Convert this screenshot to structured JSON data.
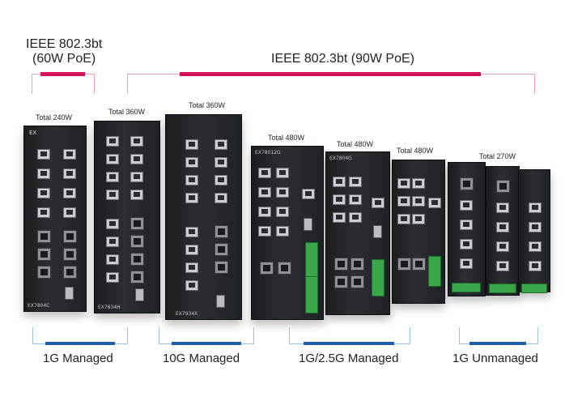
{
  "headings": {
    "poe60_line1": "IEEE 802.3bt",
    "poe60_line2": "(60W PoE)",
    "poe90": "IEEE 802.3bt (90W PoE)"
  },
  "totals": [
    "Total 240W",
    "Total 360W",
    "Total 360W",
    "Total 480W",
    "Total 480W",
    "Total 480W",
    "Total 270W"
  ],
  "models": {
    "m1": "EX7804C",
    "m2": "EX7834H",
    "m3": "EX7934X",
    "m4": "EX78012G",
    "m5": "EX7804G"
  },
  "categories": [
    "1G Managed",
    "10G Managed",
    "1G/2.5G Managed",
    "1G Unmanaged"
  ],
  "colors": {
    "accent_pink": "#d4145a",
    "accent_blue": "#1d5fa8",
    "terminal_green": "#3aa84a"
  }
}
